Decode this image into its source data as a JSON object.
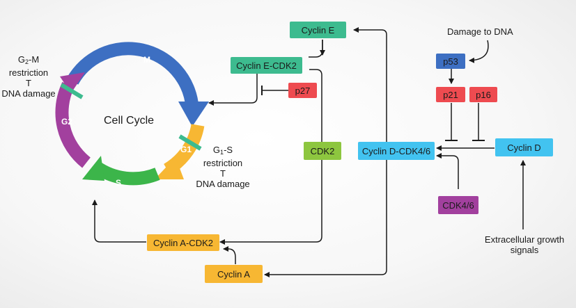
{
  "cycle": {
    "center_label": "Cell Cycle",
    "phases": {
      "m": "M",
      "g1": "G1",
      "s": "S",
      "g2": "G2"
    },
    "g2m": {
      "prefix": "G",
      "sub": "2",
      "suffix": "-M",
      "line2": "restriction",
      "line3": "T",
      "line4": "DNA damage"
    },
    "g1s": {
      "prefix": "G",
      "sub": "1",
      "suffix": "-S",
      "line2": "restriction",
      "line3": "T",
      "line4": "DNA damage"
    }
  },
  "nodes": {
    "cyclin_e": "Cyclin E",
    "cyclin_e_cdk2": "Cyclin E-CDK2",
    "p27": "p27",
    "cdk2": "CDK2",
    "cyclin_a_cdk2": "Cyclin A-CDK2",
    "cyclin_a": "Cyclin A",
    "damage_to_dna": "Damage to DNA",
    "p53": "p53",
    "p21": "p21",
    "p16": "p16",
    "cyclin_d_cdk46": "Cyclin D-CDK4/6",
    "cyclin_d": "Cyclin D",
    "cdk46": "CDK4/6",
    "extracellular_line1": "Extracellular growth",
    "extracellular_line2": "signals"
  },
  "colors": {
    "cyclin_e": "#3dbb8f",
    "p27": "#ee4b50",
    "p53": "#3d6fc2",
    "cyclin_d": "#42c3f0",
    "cdk2": "#8dc63f",
    "cdk46": "#a2409e",
    "cyclin_a": "#f7b733",
    "phase_m": "#3d6fc2",
    "phase_g1": "#f7b733",
    "phase_s": "#3cb54a",
    "phase_g2": "#a2409e"
  }
}
